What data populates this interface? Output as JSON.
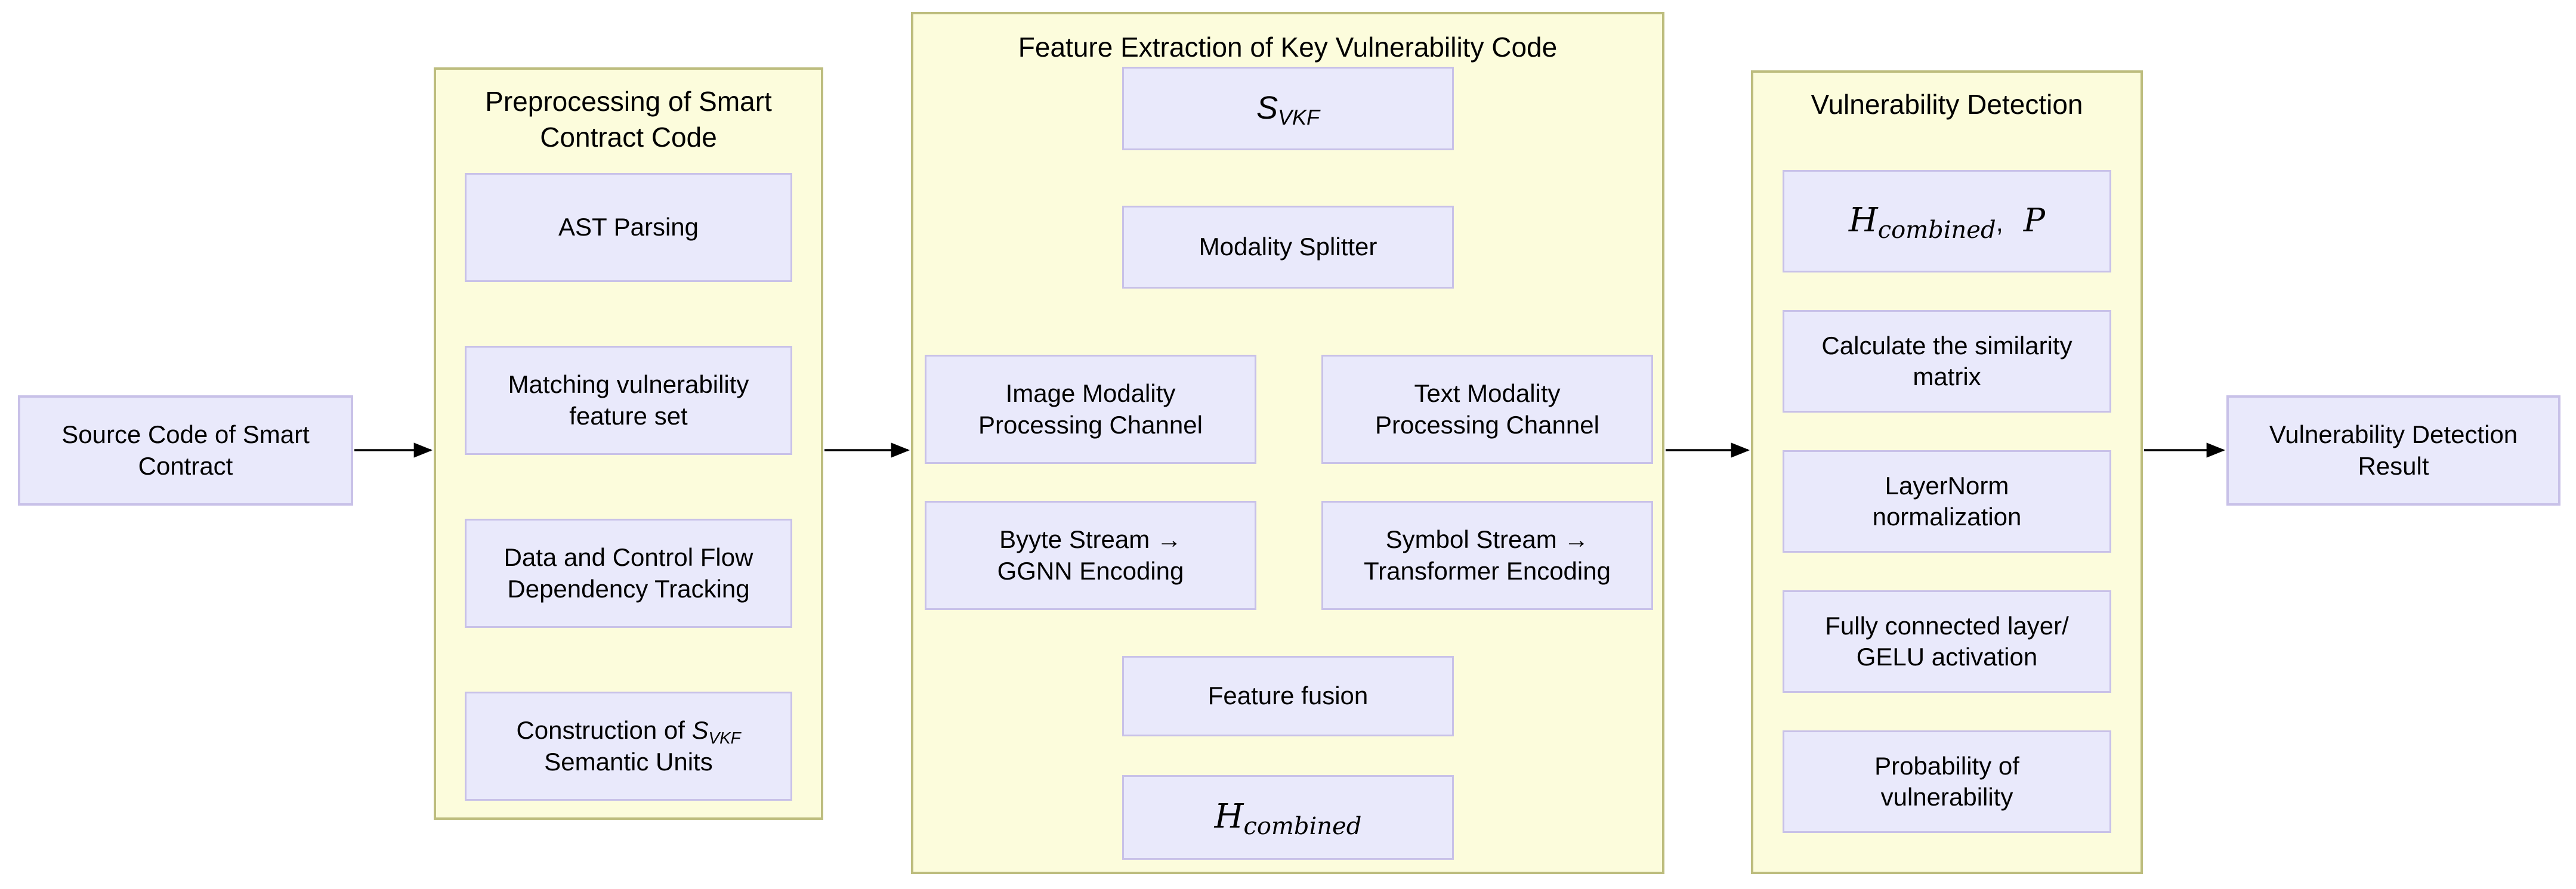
{
  "source_box": {
    "label": [
      "Source Code of Smart",
      "Contract"
    ]
  },
  "result_box": {
    "label": [
      "Vulnerability Detection",
      "Result"
    ]
  },
  "preprocessing": {
    "title": [
      "Preprocessing of Smart",
      "Contract Code"
    ],
    "ast": "AST Parsing",
    "matching": [
      "Matching vulnerability",
      "feature set"
    ],
    "dependency": [
      "Data and Control Flow",
      "Dependency Tracking"
    ],
    "construction_prefix": "Construction of",
    "construction_suffix": "Semantic Units"
  },
  "extraction": {
    "title": "Feature Extraction of Key Vulnerability Code",
    "splitter": "Modality Splitter",
    "image_channel": [
      "Image Modality",
      "Processing Channel"
    ],
    "text_channel": [
      "Text Modality",
      "Processing Channel"
    ],
    "byte_stream": [
      "Byyte Stream →",
      "GGNN Encoding"
    ],
    "symbol_stream": [
      "Symbol Stream →",
      "Transformer Encoding"
    ],
    "fusion": "Feature fusion"
  },
  "detection": {
    "title": "Vulnerability Detection",
    "similarity": [
      "Calculate the similarity",
      "matrix"
    ],
    "layernorm": [
      "LayerNorm",
      "normalization"
    ],
    "fully_connected": [
      "Fully connected layer/",
      "GELU activation"
    ],
    "probability": [
      "Probability of",
      "vulnerability"
    ]
  },
  "math": {
    "s_base": "S",
    "s_sub": "VKF",
    "h_base": "H",
    "h_sub": "combined",
    "comma": ",",
    "p_symbol": "P"
  },
  "colors": {
    "panel_fill": "#FCFCDC",
    "panel_border": "#BDBD7E",
    "node_fill": "#E9E9FB",
    "node_border": "#C8C1E8",
    "arrow": "#000000"
  }
}
